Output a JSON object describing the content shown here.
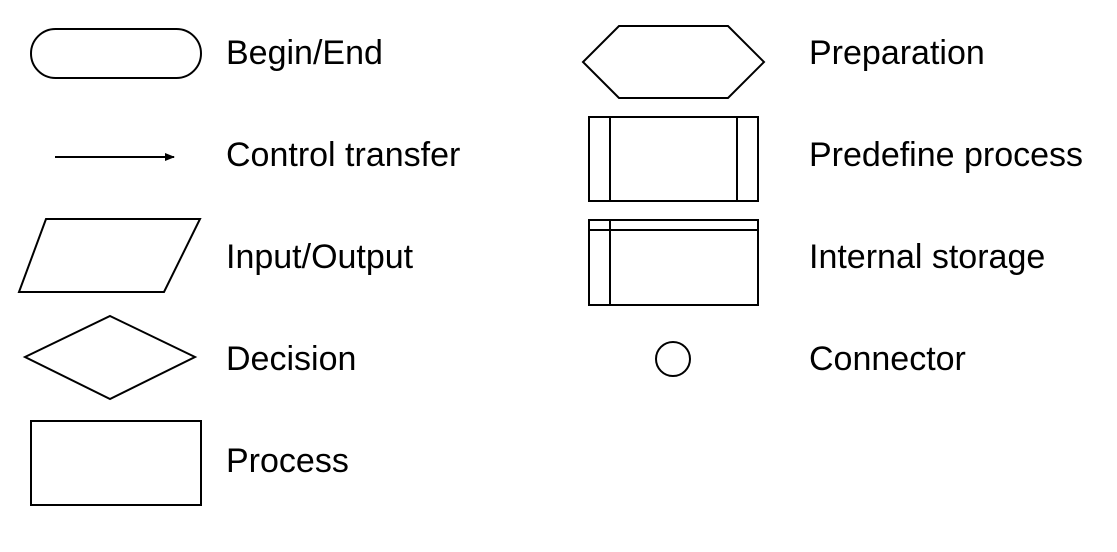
{
  "legend": {
    "left_column": [
      {
        "symbol": "terminal",
        "label": "Begin/End"
      },
      {
        "symbol": "arrow",
        "label": "Control transfer"
      },
      {
        "symbol": "parallelogram",
        "label": "Input/Output"
      },
      {
        "symbol": "diamond",
        "label": "Decision"
      },
      {
        "symbol": "rectangle",
        "label": "Process"
      }
    ],
    "right_column": [
      {
        "symbol": "hexagon",
        "label": "Preparation"
      },
      {
        "symbol": "predefined-process",
        "label": "Predefine process"
      },
      {
        "symbol": "internal-storage",
        "label": "Internal storage"
      },
      {
        "symbol": "circle",
        "label": "Connector"
      }
    ]
  }
}
